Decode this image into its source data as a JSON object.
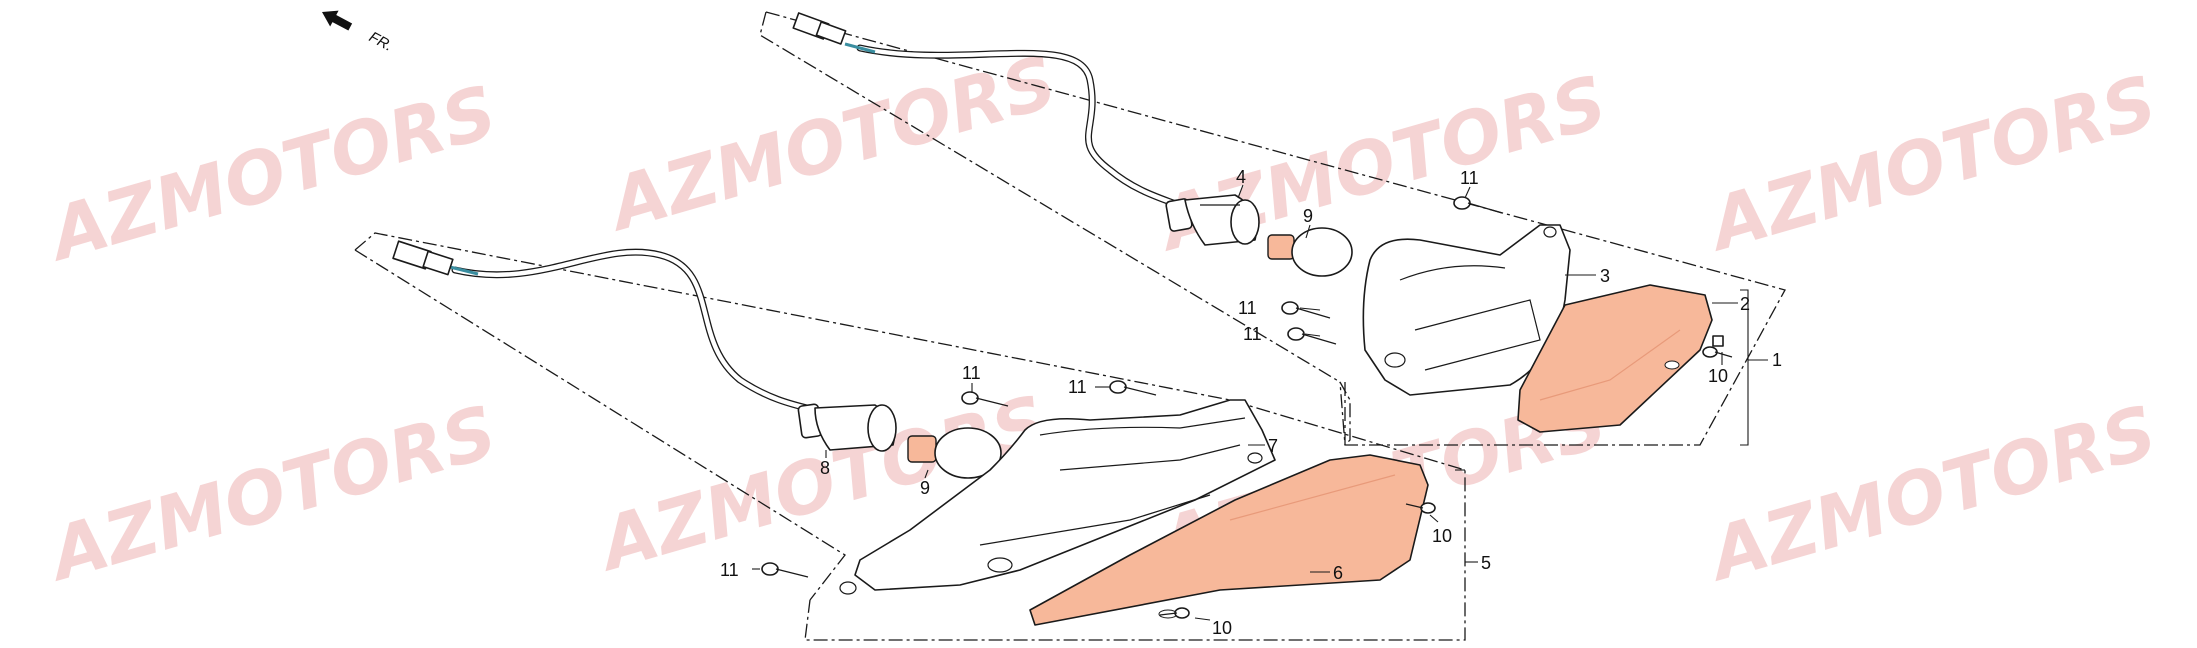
{
  "watermark": {
    "text": "AZMOTORS",
    "color": "#e8a0a0"
  },
  "direction": {
    "label": "FR.",
    "icon": "arrow-forward-icon"
  },
  "colors": {
    "lens": "#f7b89a",
    "lens_edge": "#e89a7a",
    "wire_accent": "#3a8ea0",
    "line": "#1a1a1a"
  },
  "callouts": {
    "upper": {
      "p1": "1",
      "p2": "2",
      "p3": "3",
      "p4": "4",
      "p9": "9",
      "p10": "10",
      "p11a": "11",
      "p11b": "11",
      "p11c": "11"
    },
    "lower": {
      "p5": "5",
      "p6": "6",
      "p7": "7",
      "p8": "8",
      "p9": "9",
      "p10a": "10",
      "p10b": "10",
      "p11a": "11",
      "p11b": "11",
      "p11c": "11"
    }
  }
}
